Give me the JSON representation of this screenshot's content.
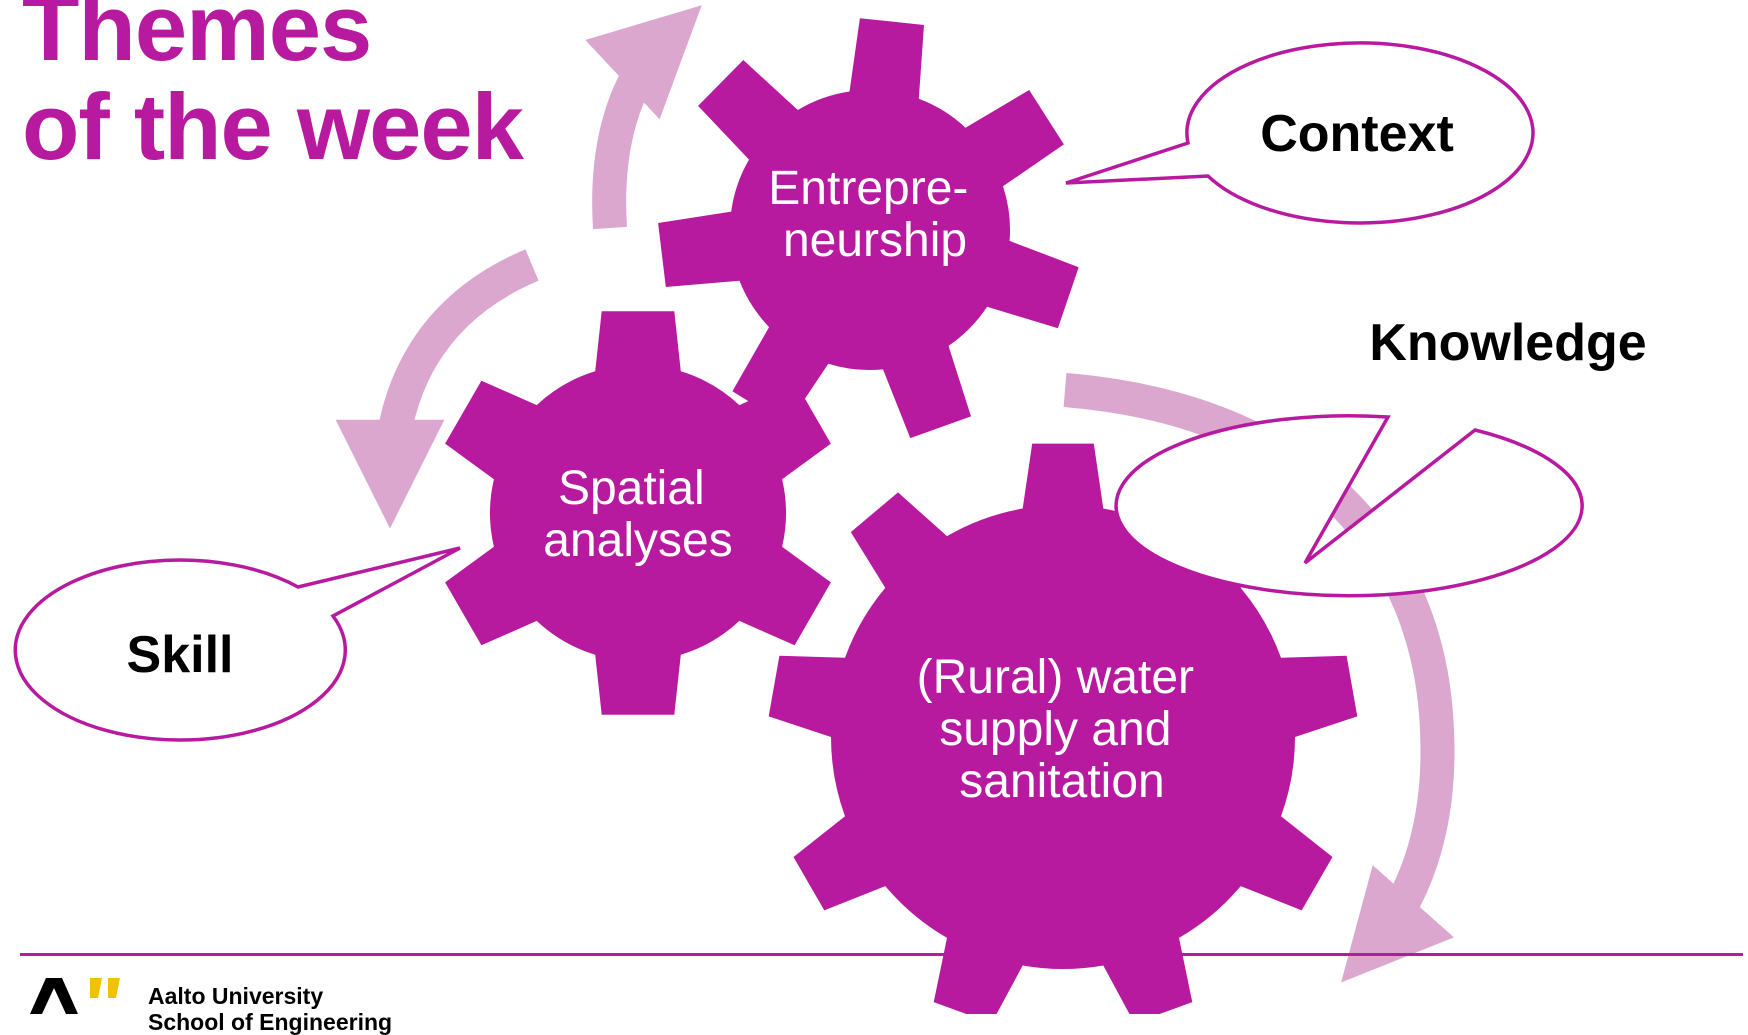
{
  "title": {
    "line1": "Themes",
    "line2": "of the week"
  },
  "colors": {
    "gear": "#b71a9f",
    "arrow": "#dba7cf",
    "bubble_border": "#b71a9f",
    "title": "#b71a9f"
  },
  "gears": [
    {
      "id": "entrepreneurship",
      "lines": [
        "Entrepre-",
        "neurship"
      ]
    },
    {
      "id": "spatial",
      "lines": [
        "Spatial",
        "analyses"
      ]
    },
    {
      "id": "water",
      "lines": [
        "(Rural) water",
        "supply and",
        "sanitation"
      ]
    }
  ],
  "bubbles": {
    "context": "Context",
    "knowledge": "Knowledge",
    "skill": "Skill"
  },
  "footer": {
    "university": "Aalto University",
    "school": "School of Engineering"
  }
}
